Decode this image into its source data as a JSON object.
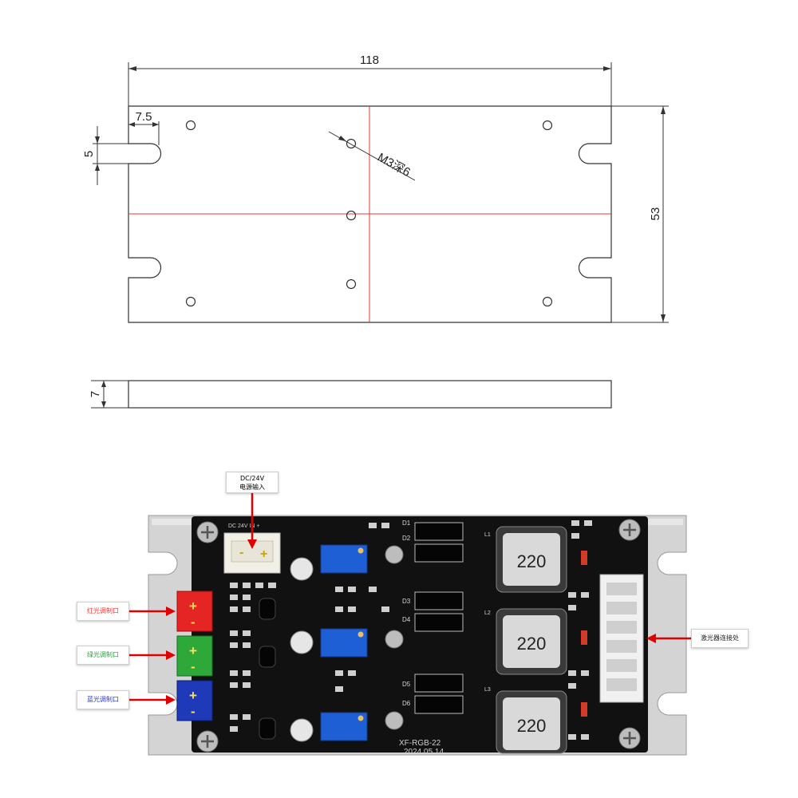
{
  "drawing": {
    "width_dimension": "118",
    "height_dimension": "53",
    "slot_offset_dimension": "7.5",
    "slot_width_dimension": "5",
    "thickness_dimension": "7",
    "hole_spec": "M3深6"
  },
  "board": {
    "inductor_labels": [
      "220",
      "220",
      "220"
    ],
    "inductor_refs": [
      "L1",
      "L2",
      "L3"
    ],
    "diode_refs": [
      "D1",
      "D2",
      "D3",
      "D4",
      "D5",
      "D6"
    ],
    "silkscreen_text": "XF-RGB-22",
    "silkscreen_date": "2024 05 14",
    "power_connector_silk": "DC 24V IN +",
    "plus_sign": "+",
    "minus_sign": "-"
  },
  "callouts": {
    "power_input": {
      "line1": "DC/24V",
      "line2": "电源输入"
    },
    "red_mod": "红光调制口",
    "green_mod": "绿光调制口",
    "blue_mod": "蓝光调制口",
    "laser_conn": "激光器连接处"
  },
  "colors": {
    "center_line": "#e53935",
    "callout_red": "#e53935",
    "callout_green": "#2ea043",
    "callout_blue": "#2d3cc7",
    "arrow": "#e00000",
    "pcb": "#111111",
    "pot_blue": "#1f5fd6",
    "heatsink": "#d4d4d4"
  }
}
